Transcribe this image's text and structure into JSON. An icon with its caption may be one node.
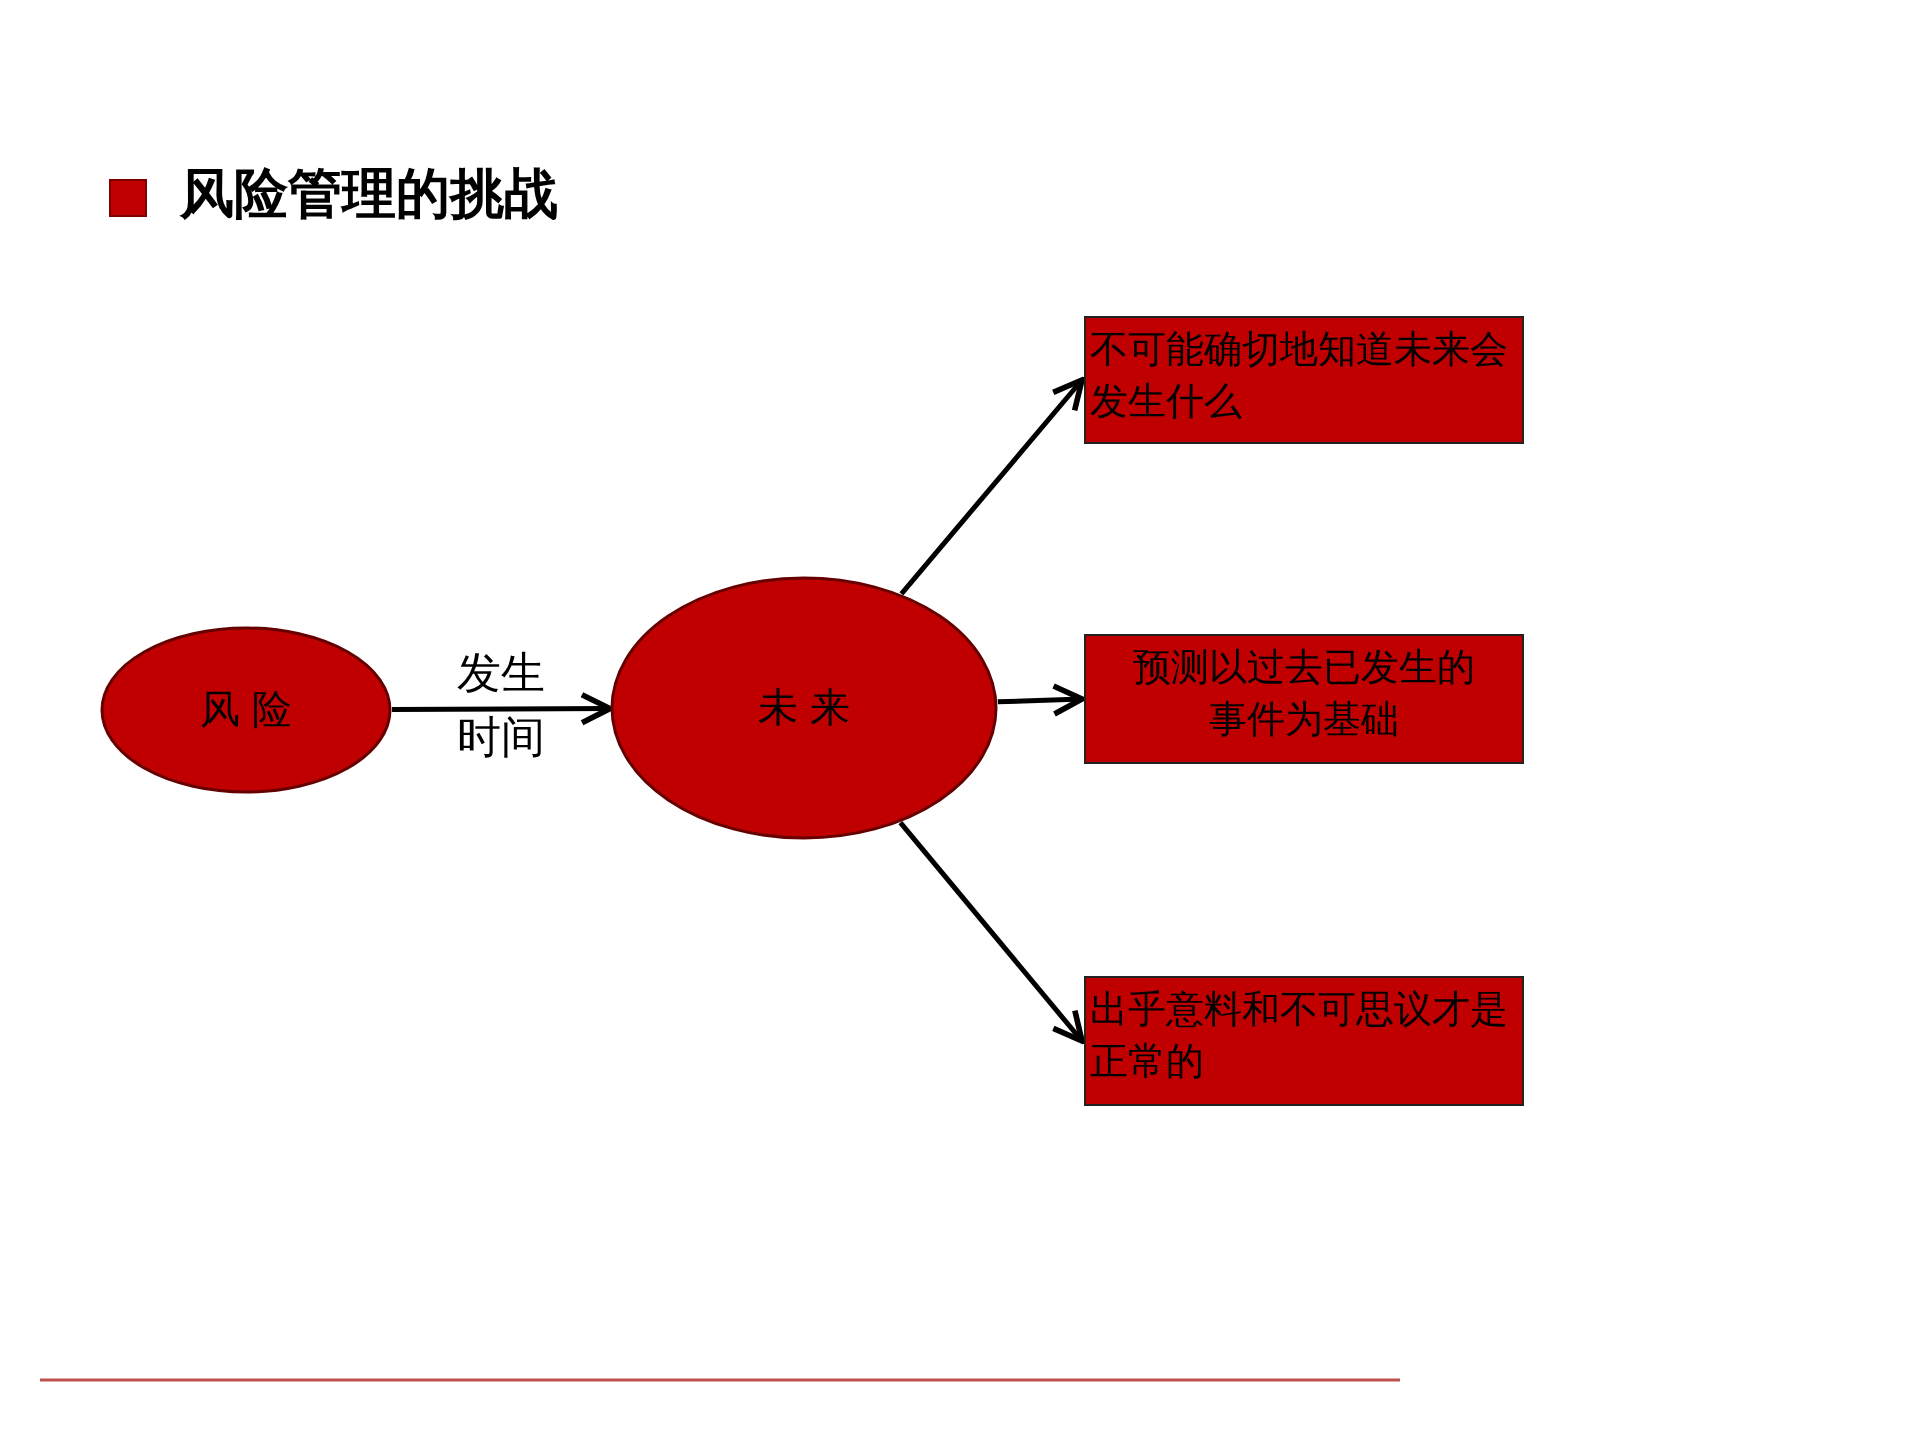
{
  "diagram": {
    "title": "风险管理的挑战",
    "nodes": [
      {
        "text": [
          "风 险"
        ]
      },
      {
        "text": [
          "未 来"
        ]
      },
      {
        "text": [
          "不可能确切地知道未来会发生什么"
        ]
      },
      {
        "text": [
          "预测以过去已发生的事件为基础"
        ]
      },
      {
        "text": [
          "出乎意料和不可思议才是正常的"
        ]
      }
    ],
    "edges": [
      {
        "from": 0,
        "to": 1,
        "arrow": "to",
        "label": "发生时间"
      },
      {
        "from": 1,
        "to": 2,
        "arrow": "to"
      },
      {
        "from": 1,
        "to": 3,
        "arrow": "to"
      },
      {
        "from": 1,
        "to": 4,
        "arrow": "to"
      }
    ]
  }
}
